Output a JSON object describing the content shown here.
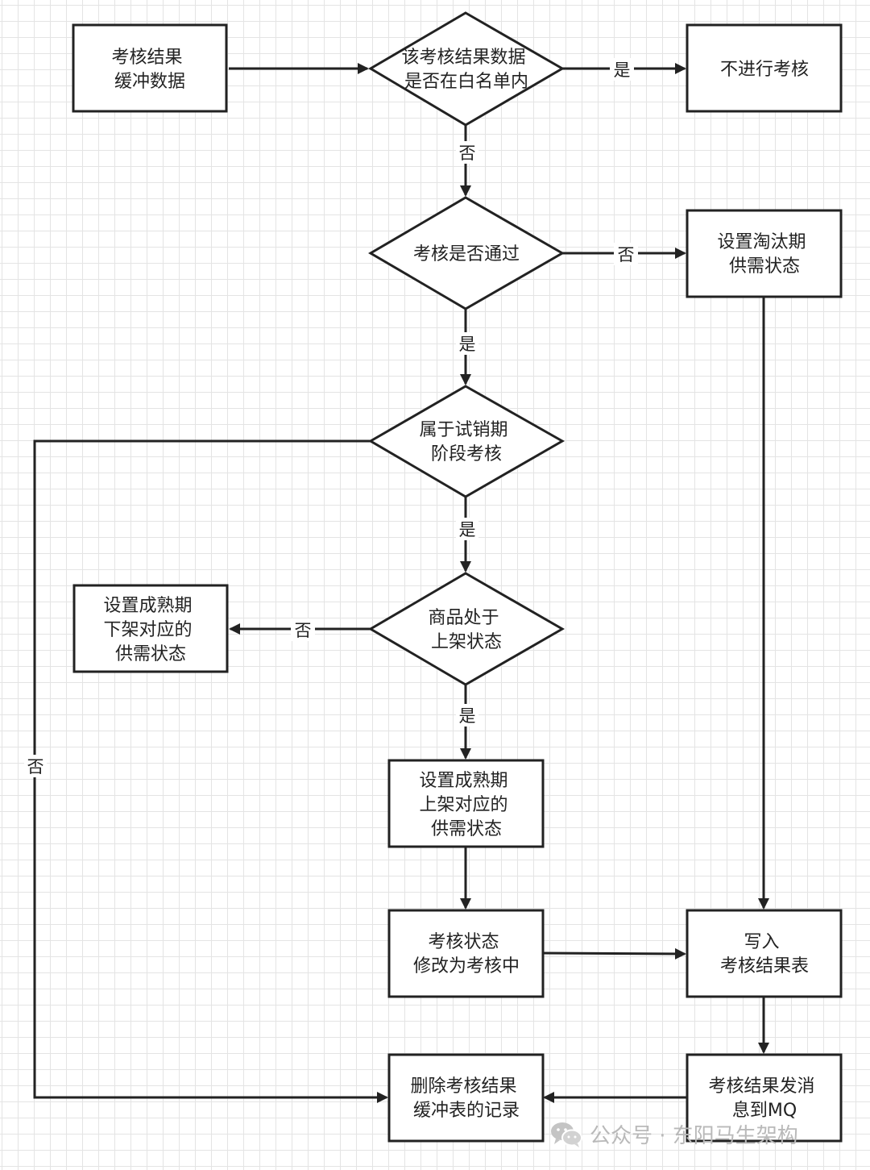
{
  "nodes": {
    "buffer_data": [
      "考核结果",
      "缓冲数据"
    ],
    "whitelist_check": [
      "该考核结果数据",
      "是否在白名单内"
    ],
    "no_assessment": [
      "不进行考核"
    ],
    "passed_check": [
      "考核是否通过"
    ],
    "eliminate_state": [
      "设置淘汰期",
      "供需状态"
    ],
    "trial_stage_check": [
      "属于试销期",
      "阶段考核"
    ],
    "on_shelf_check": [
      "商品处于",
      "上架状态"
    ],
    "mature_offshelf_state": [
      "设置成熟期",
      "下架对应的",
      "供需状态"
    ],
    "mature_onshelf_state": [
      "设置成熟期",
      "上架对应的",
      "供需状态"
    ],
    "status_in_assessment": [
      "考核状态",
      "修改为考核中"
    ],
    "write_result_table": [
      "写入",
      "考核结果表"
    ],
    "send_mq": [
      "考核结果发消",
      "息到MQ"
    ],
    "delete_buffer_record": [
      "删除考核结果",
      "缓冲表的记录"
    ]
  },
  "edge_labels": {
    "whitelist_yes": "是",
    "whitelist_no": "否",
    "passed_no": "否",
    "passed_yes": "是",
    "trial_yes": "是",
    "trial_no": "否",
    "onshelf_no": "否",
    "onshelf_yes": "是"
  },
  "watermark": {
    "icon": "wechat-icon",
    "text": "公众号 · 东阳马生架构"
  },
  "colors": {
    "stroke": "#222222",
    "grid": "#e4e4e4",
    "watermark": "#b9b9b9"
  }
}
